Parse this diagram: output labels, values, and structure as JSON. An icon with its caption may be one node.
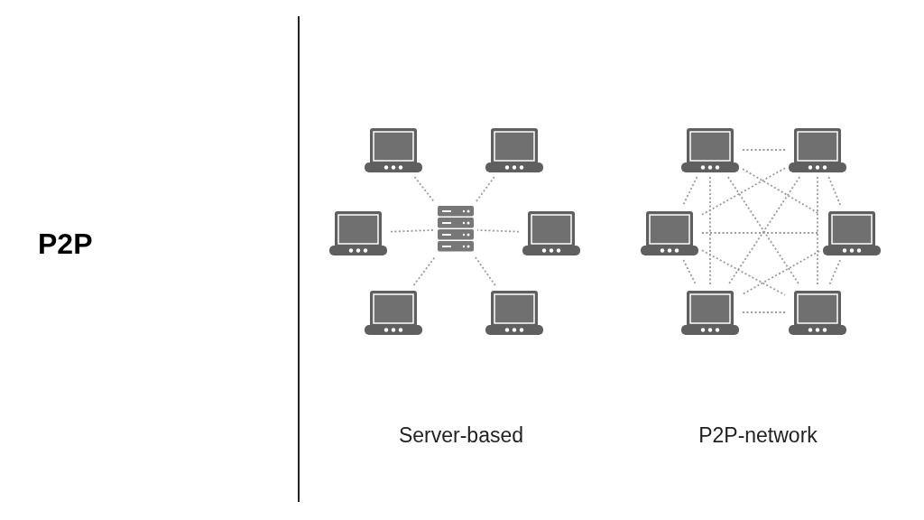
{
  "diagram": {
    "title": "P2P",
    "nodes": [
      {
        "text": [],
        "shape": "laptop"
      },
      {
        "text": [],
        "shape": "laptop"
      },
      {
        "text": [],
        "shape": "laptop"
      },
      {
        "text": [],
        "shape": "server"
      },
      {
        "text": [],
        "shape": "laptop"
      },
      {
        "text": [],
        "shape": "laptop"
      },
      {
        "text": [],
        "shape": "laptop"
      },
      {
        "text": [],
        "shape": "laptop"
      },
      {
        "text": [],
        "shape": "laptop"
      },
      {
        "text": [],
        "shape": "laptop"
      },
      {
        "text": [],
        "shape": "laptop"
      },
      {
        "text": [],
        "shape": "laptop"
      },
      {
        "text": [],
        "shape": "laptop"
      }
    ],
    "edges": [
      {
        "from": 0,
        "to": 3,
        "arrow": "none"
      },
      {
        "from": 1,
        "to": 3,
        "arrow": "none"
      },
      {
        "from": 2,
        "to": 3,
        "arrow": "none"
      },
      {
        "from": 4,
        "to": 3,
        "arrow": "none"
      },
      {
        "from": 5,
        "to": 3,
        "arrow": "none"
      },
      {
        "from": 6,
        "to": 3,
        "arrow": "none"
      },
      {
        "from": 7,
        "to": 8,
        "arrow": "none"
      },
      {
        "from": 7,
        "to": 9,
        "arrow": "none"
      },
      {
        "from": 7,
        "to": 10,
        "arrow": "none"
      },
      {
        "from": 7,
        "to": 11,
        "arrow": "none"
      },
      {
        "from": 7,
        "to": 12,
        "arrow": "none"
      },
      {
        "from": 8,
        "to": 9,
        "arrow": "none"
      },
      {
        "from": 8,
        "to": 10,
        "arrow": "none"
      },
      {
        "from": 8,
        "to": 11,
        "arrow": "none"
      },
      {
        "from": 8,
        "to": 12,
        "arrow": "none"
      },
      {
        "from": 9,
        "to": 10,
        "arrow": "none"
      },
      {
        "from": 9,
        "to": 11,
        "arrow": "none"
      },
      {
        "from": 9,
        "to": 12,
        "arrow": "none"
      },
      {
        "from": 10,
        "to": 11,
        "arrow": "none"
      },
      {
        "from": 10,
        "to": 12,
        "arrow": "none"
      },
      {
        "from": 11,
        "to": 12,
        "arrow": "none"
      }
    ],
    "labels": [
      "Server-based",
      "P2P-network"
    ]
  }
}
